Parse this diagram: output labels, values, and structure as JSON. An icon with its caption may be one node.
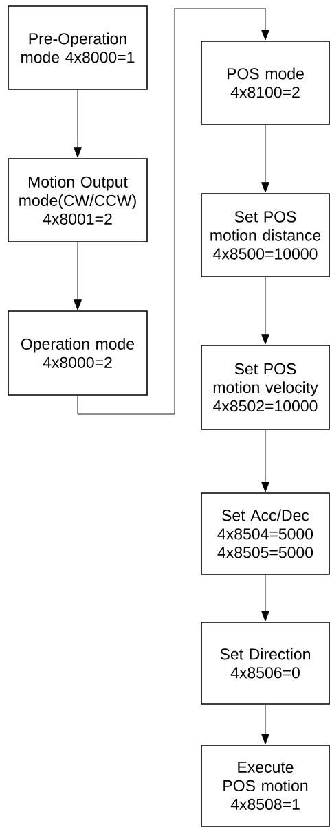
{
  "diagram": {
    "nodes": [
      {
        "text": [
          "Pre-Operation mode 4x8000=1"
        ]
      },
      {
        "text": [
          "Motion Output mode(CW/CCW) 4x8001=2"
        ]
      },
      {
        "text": [
          "Operation mode 4x8000=2"
        ]
      },
      {
        "text": [
          "POS mode 4x8100=2"
        ]
      },
      {
        "text": [
          "Set POS motion distance 4x8500=10000"
        ]
      },
      {
        "text": [
          "Set POS motion velocity 4x8502=10000"
        ]
      },
      {
        "text": [
          "Set Acc/Dec 4x8504=5000 4x8505=5000"
        ]
      },
      {
        "text": [
          "Set Direction 4x8506=0"
        ]
      },
      {
        "text": [
          "Execute POS motion 4x8508=1"
        ]
      }
    ],
    "edges": [
      {
        "from": 0,
        "to": 1,
        "arrow": "to"
      },
      {
        "from": 1,
        "to": 2,
        "arrow": "to"
      },
      {
        "from": 2,
        "to": 3,
        "arrow": "to"
      },
      {
        "from": 3,
        "to": 4,
        "arrow": "to"
      },
      {
        "from": 4,
        "to": 5,
        "arrow": "to"
      },
      {
        "from": 5,
        "to": 6,
        "arrow": "to"
      },
      {
        "from": 6,
        "to": 7,
        "arrow": "to"
      },
      {
        "from": 7,
        "to": 8,
        "arrow": "to"
      }
    ]
  }
}
